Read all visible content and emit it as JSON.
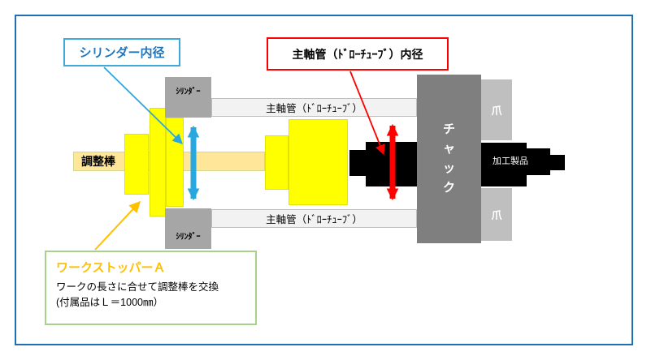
{
  "diagram": {
    "callouts": {
      "cylinder_bore": "シリンダー内径",
      "drawtube_bore": "主軸管（ﾄﾞﾛｰﾁｭｰﾌﾞ）内径"
    },
    "parts": {
      "adjust_rod": "調整棒",
      "cylinder_box_top": "ｼﾘﾝﾀﾞｰ",
      "cylinder_box_bottom": "ｼﾘﾝﾀﾞｰ",
      "drawtube_bar_top": "主軸管（ﾄﾞﾛｰﾁｭｰﾌﾞ）",
      "drawtube_bar_bottom": "主軸管（ﾄﾞﾛｰﾁｭｰﾌﾞ）",
      "chuck": "チャック",
      "jaw_top": "爪",
      "jaw_bottom": "爪",
      "workpiece": "加工製品"
    },
    "stopper_note": {
      "title": "ワークストッパーＡ",
      "line1": "ワークの長さに合せて調整棒を交換",
      "line2": "(付属品はＬ＝1000㎜）"
    },
    "colors": {
      "frame_border": "#1F6FB5",
      "cylinder_bore_accent": "#29A8E0",
      "drawtube_bore_accent": "#FF0000",
      "stopper_accent": "#FFC000",
      "note_border": "#A9D18E",
      "stopper_blocks": "#FFFF00",
      "adjust_rod_fill": "#FFE699",
      "chuck_fill": "#7F7F7F",
      "jaw_fill": "#BFBFBF",
      "cylinder_fill": "#A6A6A6",
      "tube_fill": "#F2F2F2",
      "workpiece_fill": "#000000"
    }
  }
}
